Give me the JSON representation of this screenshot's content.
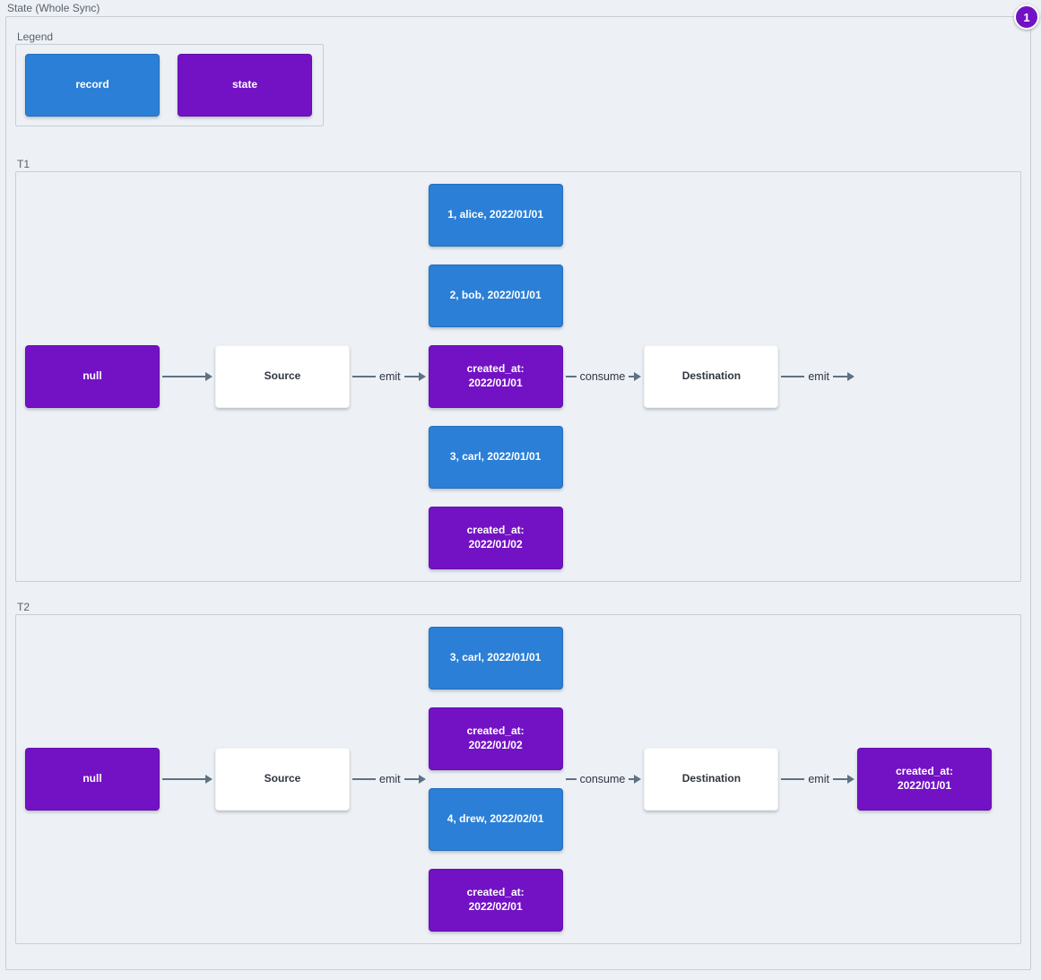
{
  "page": {
    "title": "State (Whole Sync)",
    "badge": "1"
  },
  "colors": {
    "record": "#2b7fd6",
    "state": "#7312c4",
    "canvas": "#edf1f6",
    "arrow": "#5d7283",
    "cluster-border": "#c7cdd6"
  },
  "legend": {
    "label": "Legend",
    "items": [
      {
        "label": "record",
        "type": "record"
      },
      {
        "label": "state",
        "type": "state"
      }
    ]
  },
  "sections": [
    {
      "label": "T1",
      "input_state": {
        "type": "state",
        "text": "null"
      },
      "source": {
        "type": "plain",
        "text": "Source"
      },
      "destination": {
        "type": "plain",
        "text": "Destination"
      },
      "edges": {
        "emit_in": "emit",
        "consume": "consume",
        "emit_out": "emit"
      },
      "stack": [
        {
          "type": "record",
          "text": "1, alice, 2022/01/01"
        },
        {
          "type": "record",
          "text": "2, bob, 2022/01/01"
        },
        {
          "type": "state",
          "text": "created_at:\n2022/01/01"
        },
        {
          "type": "record",
          "text": "3, carl, 2022/01/01"
        },
        {
          "type": "state",
          "text": "created_at:\n2022/01/02"
        }
      ]
    },
    {
      "label": "T2",
      "input_state": {
        "type": "state",
        "text": "null"
      },
      "source": {
        "type": "plain",
        "text": "Source"
      },
      "destination": {
        "type": "plain",
        "text": "Destination"
      },
      "edges": {
        "emit_in": "emit",
        "consume": "consume",
        "emit_out": "emit"
      },
      "stack": [
        {
          "type": "record",
          "text": "3, carl, 2022/01/01"
        },
        {
          "type": "state",
          "text": "created_at:\n2022/01/02"
        },
        {
          "type": "record",
          "text": "4, drew, 2022/02/01"
        },
        {
          "type": "state",
          "text": "created_at:\n2022/02/01"
        }
      ],
      "output_state": {
        "type": "state",
        "text": "created_at:\n2022/01/01"
      }
    }
  ]
}
